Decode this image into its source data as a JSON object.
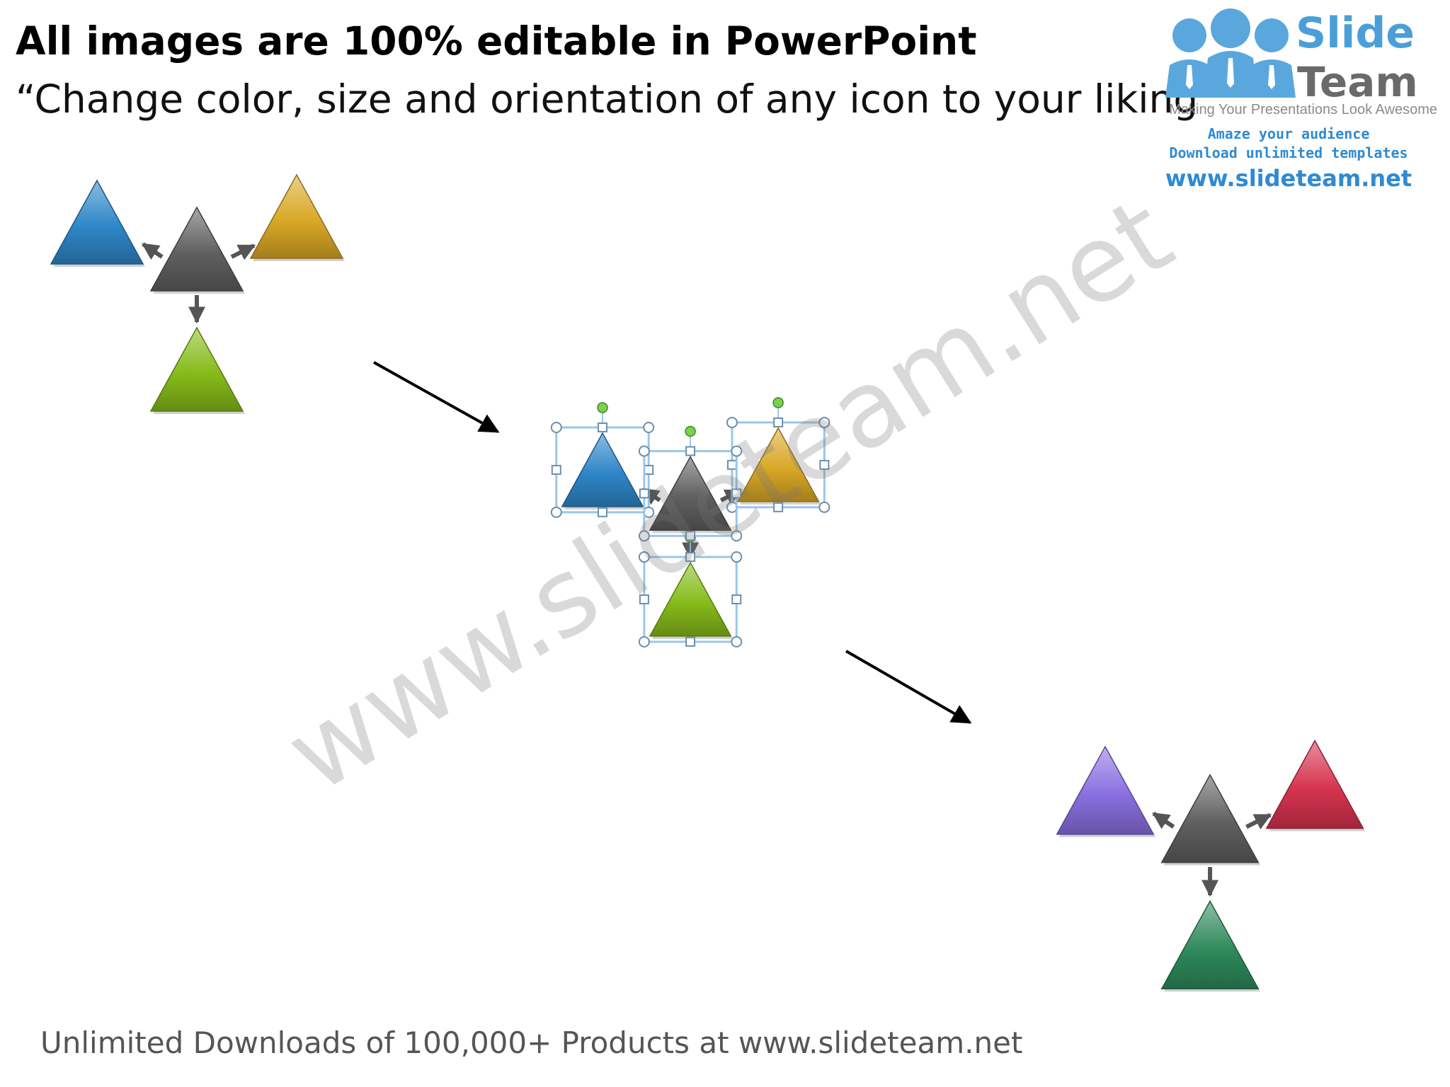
{
  "slide": {
    "headline": "All images are 100% editable in PowerPoint",
    "subtitle": "“Change color, size and orientation of any icon to your liking”",
    "footer": "Unlimited Downloads of 100,000+ Products at www.slideteam.net",
    "watermark": "www.slideteam.net"
  },
  "logo": {
    "brand_line1": "Slide",
    "brand_line2": "Team",
    "tagline": "Making Your Presentations Look Awesome",
    "promo_line1": "Amaze your audience",
    "promo_line2": "Download unlimited templates",
    "url": "www.slideteam.net",
    "colors": {
      "blue": "#4a9fd8",
      "grey": "#6a6a6a",
      "people": "#5aa7de"
    }
  },
  "diagram": {
    "icons": [
      "triangle-icon",
      "arrow-icon",
      "selection-handle-icon"
    ],
    "groups": [
      {
        "name": "original",
        "center_color": "#5f5f5f",
        "outer_colors": [
          "#2e86c8",
          "#d9a826",
          "#86bb1a"
        ]
      },
      {
        "name": "selected",
        "center_color": "#5f5f5f",
        "outer_colors": [
          "#2e86c8",
          "#d9a826",
          "#86bb1a"
        ],
        "selection_handle_color": "#9ac7e8",
        "rotation_handle_color": "#7ed04a"
      },
      {
        "name": "recolored",
        "center_color": "#5f5f5f",
        "outer_colors": [
          "#8a6fe0",
          "#d6334e",
          "#2f8a5c"
        ]
      }
    ]
  }
}
